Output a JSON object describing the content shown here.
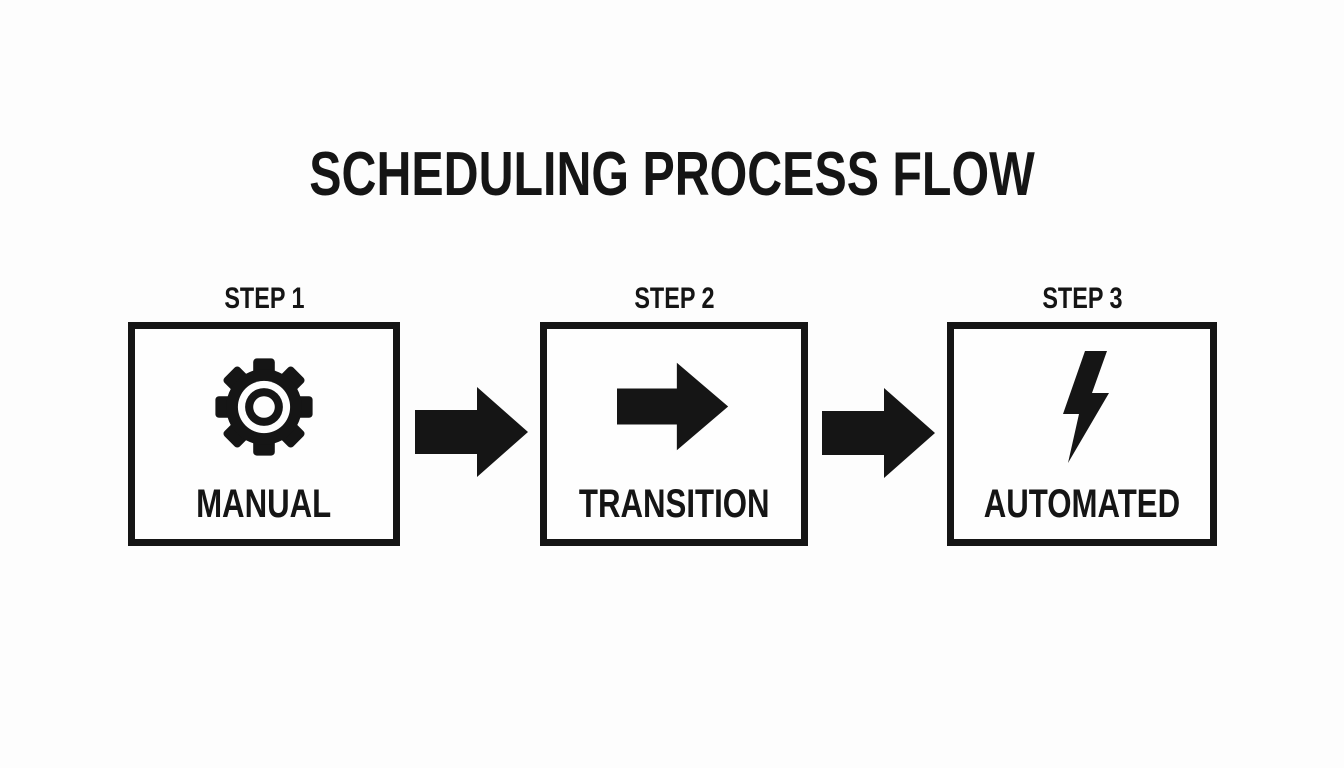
{
  "title": "SCHEDULING PROCESS FLOW",
  "colors": {
    "background": "#fdfdfd",
    "ink": "#151515"
  },
  "steps": [
    {
      "step_label": "STEP 1",
      "name": "MANUAL",
      "icon": "gear-icon"
    },
    {
      "step_label": "STEP 2",
      "name": "TRANSITION",
      "icon": "arrow-right-icon"
    },
    {
      "step_label": "STEP 3",
      "name": "AUTOMATED",
      "icon": "lightning-bolt-icon"
    }
  ],
  "connectors": [
    {
      "icon": "arrow-right-icon"
    },
    {
      "icon": "arrow-right-icon"
    }
  ]
}
